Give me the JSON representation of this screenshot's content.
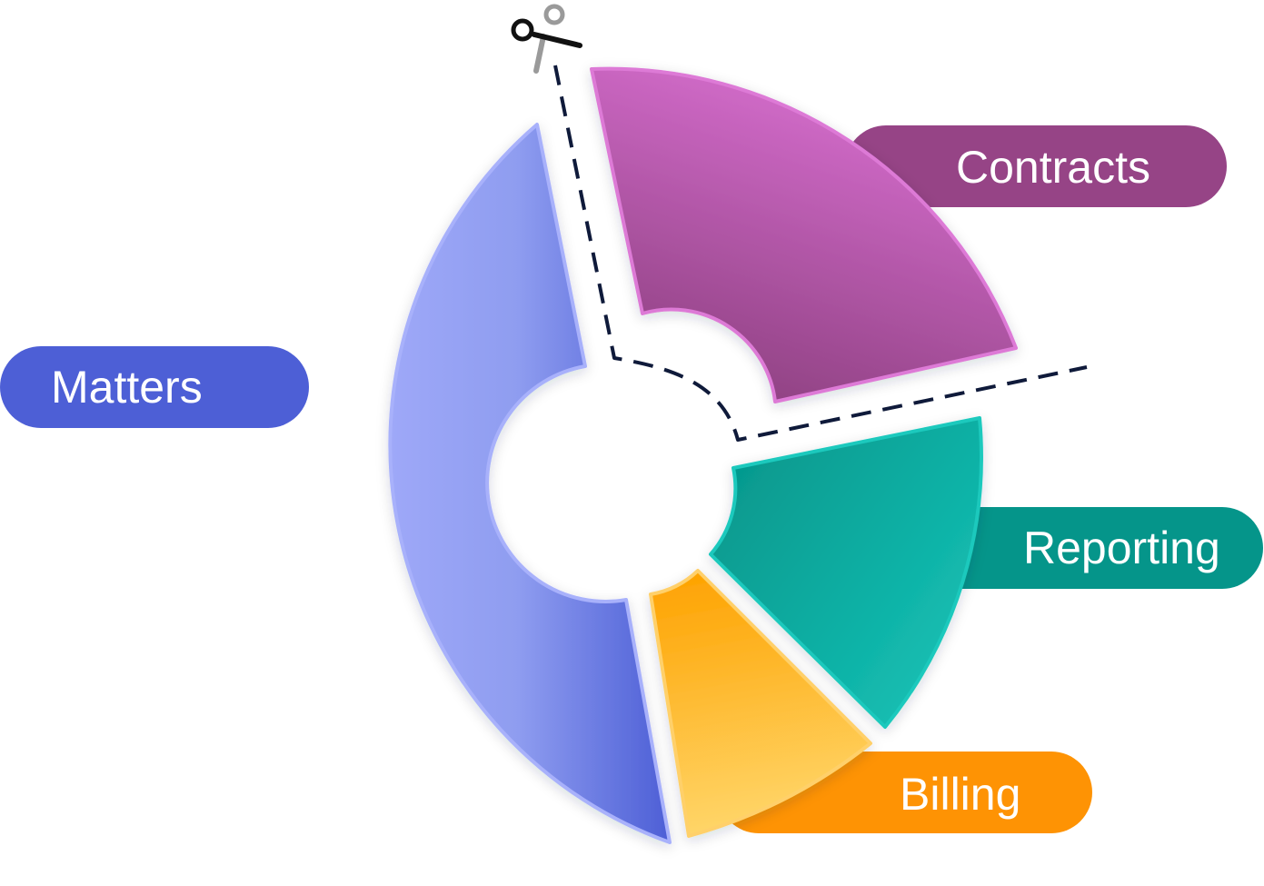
{
  "segments": [
    {
      "id": "matters",
      "label": "Matters",
      "color": "#4d5fd6",
      "gradient": [
        "#9ea8f8",
        "#4d5fd6"
      ]
    },
    {
      "id": "contracts",
      "label": "Contracts",
      "color": "#964486",
      "gradient": [
        "#964486",
        "#d76fcf"
      ]
    },
    {
      "id": "reporting",
      "label": "Reporting",
      "color": "#05958a",
      "gradient": [
        "#05958a",
        "#14c1b6"
      ]
    },
    {
      "id": "billing",
      "label": "Billing",
      "color": "#fe9304",
      "gradient": [
        "#fea605",
        "#fed366"
      ]
    }
  ],
  "icons": {
    "scissors": "scissors-icon"
  },
  "cut_line": {
    "style": "dashed",
    "color": "#0f1a3a"
  }
}
